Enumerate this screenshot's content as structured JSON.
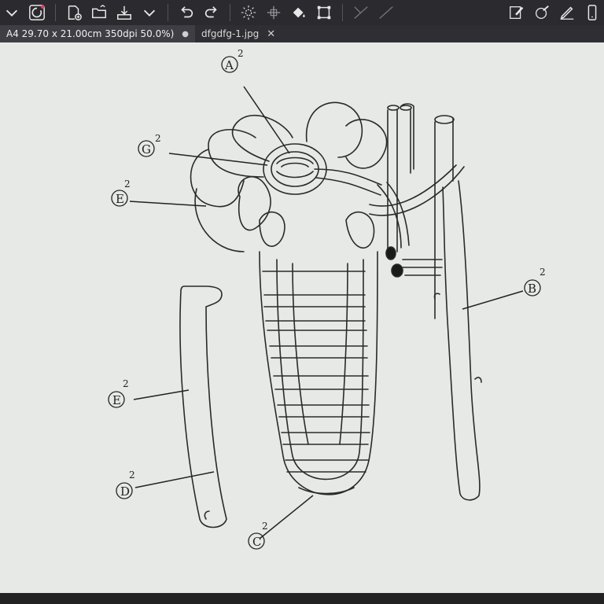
{
  "toolbar": {
    "items": [
      "chevron-down-icon",
      "brush-preset-icon",
      "new-document-icon",
      "open-folder-icon",
      "save-icon",
      "dropdown-chevron-icon",
      "undo-icon",
      "redo-icon",
      "sun-filter-icon",
      "transform-icon",
      "fill-icon",
      "crop-icon",
      "pen-icon",
      "eraser-icon",
      "pencil-icon",
      "phone-icon"
    ]
  },
  "tabs": [
    {
      "label": "A4 29.70 x 21.00cm 350dpi 50.0%)",
      "marker": "●"
    },
    {
      "label": "dfgdfg-1.jpg",
      "close": "✕"
    }
  ],
  "drawing": {
    "labels": {
      "a": "A",
      "b": "B",
      "c": "C",
      "d": "D",
      "e_lower": "E",
      "e_upper": "E",
      "g": "G",
      "sup": "2"
    }
  },
  "colors": {
    "toolbar": "#2b2b2f",
    "tab_active": "#3e3e44",
    "canvas": "#e7e9e6",
    "ink": "#222222"
  }
}
